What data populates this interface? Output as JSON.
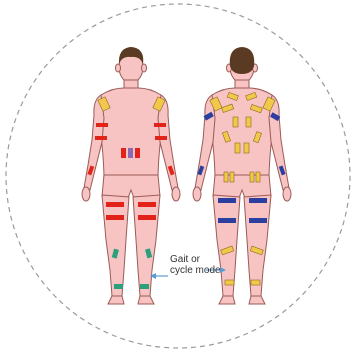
{
  "callout": {
    "line1": "Gait or",
    "line2": "cycle mode"
  },
  "colors": {
    "background": "#ffffff",
    "circle_dash": "#9a9a9a",
    "skin_fill": "#f7c3c3",
    "skin_outline": "#9a5b55",
    "hair": "#5a3a22",
    "electrode_red": "#e2231a",
    "electrode_yellow": "#f2c84b",
    "electrode_blue": "#2d3f9e",
    "electrode_green": "#2aa07c",
    "electrode_purple": "#8a6bb1",
    "arrow": "#5a9bd5"
  },
  "electrode_groups": [
    "red",
    "yellow",
    "blue",
    "green",
    "purple"
  ]
}
